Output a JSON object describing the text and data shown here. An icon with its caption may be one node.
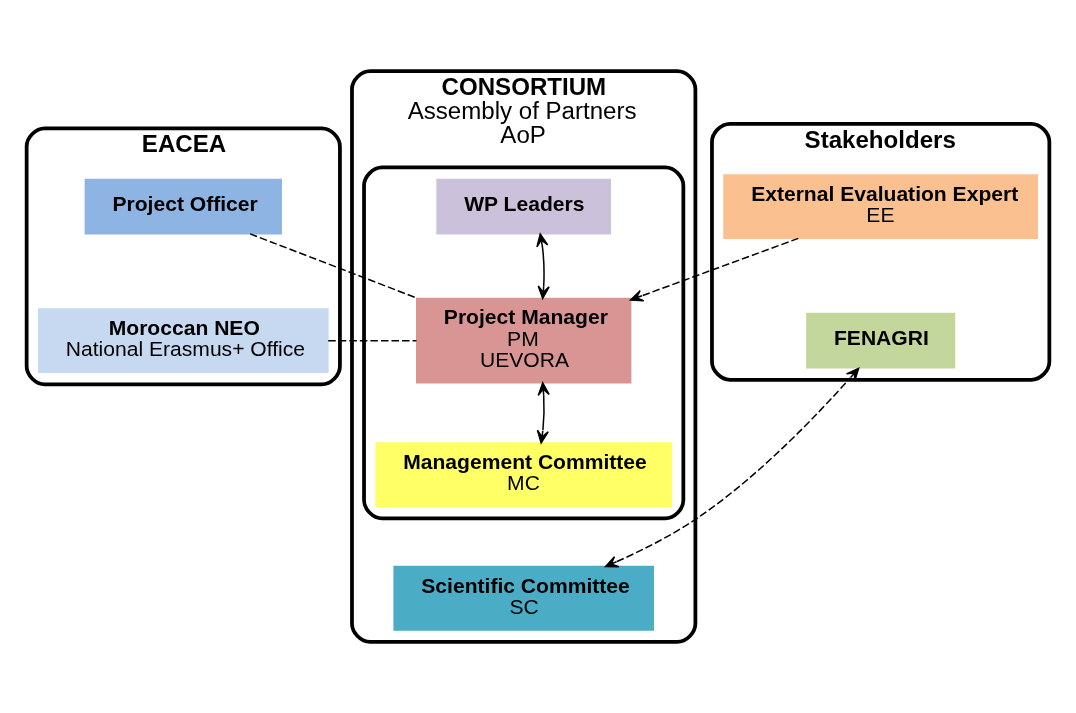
{
  "diagram": {
    "nodes": [
      {
        "text": [
          "EACEA"
        ]
      },
      {
        "text": [
          "Project Officer"
        ],
        "in": 0
      },
      {
        "text": [
          "Moroccan NEO",
          "National Erasmus+ Office"
        ],
        "in": 0
      },
      {
        "text": [
          "CONSORTIUM",
          "Assembly of Partners",
          "AoP"
        ]
      },
      {
        "text": [],
        "shape": "box",
        "in": 3
      },
      {
        "text": [
          "WP Leaders"
        ],
        "in": 4
      },
      {
        "text": [
          "Project Manager",
          "PM",
          "UEVORA"
        ],
        "in": 4
      },
      {
        "text": [
          "Management Committee",
          "MC"
        ],
        "in": 4
      },
      {
        "text": [
          "Scientific Committee",
          "SC"
        ],
        "in": 3
      },
      {
        "text": [
          "Stakeholders"
        ]
      },
      {
        "text": [
          "External Evaluation Expert",
          "EE"
        ],
        "in": 9
      },
      {
        "text": [
          "FENAGRI"
        ],
        "in": 9
      }
    ],
    "edges": [
      {
        "from": 5,
        "to": 6,
        "arrow": "both"
      },
      {
        "from": 1,
        "to": 6,
        "arrow": "none",
        "style": "dashed"
      },
      {
        "from": 2,
        "to": 6,
        "arrow": "none",
        "style": "dashed"
      },
      {
        "from": 10,
        "to": 6,
        "arrow": "to",
        "style": "dashed"
      },
      {
        "from": 6,
        "to": 7,
        "arrow": "both"
      },
      {
        "from": 8,
        "to": 11,
        "arrow": "both",
        "style": "dashed"
      }
    ]
  }
}
